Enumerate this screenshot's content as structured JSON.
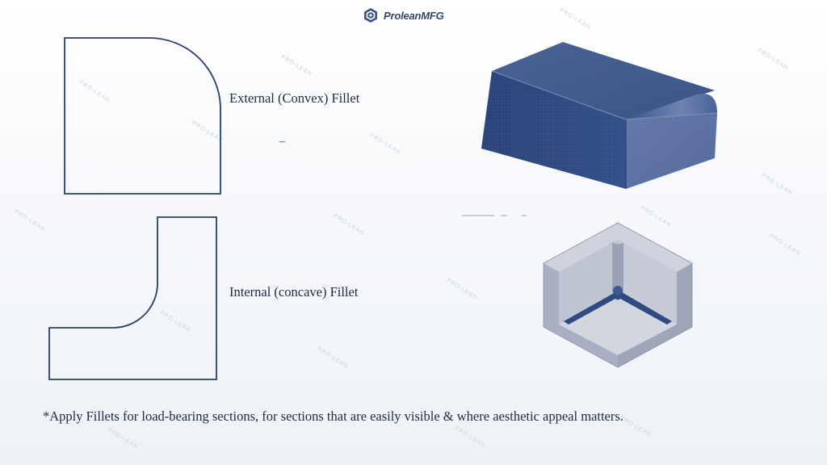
{
  "brand": {
    "logo_text": "ProleanMFG",
    "logo_icon": "prolean-hex-logo-icon",
    "accent_color": "#3a5488",
    "line_color": "#2a3d6b",
    "watermark": "PRO-LEAN"
  },
  "diagram": {
    "external_label": "External (Convex) Fillet",
    "internal_label": "Internal (concave) Fillet",
    "stray_mark": "–"
  },
  "footnote": "*Apply Fillets for load-bearing sections, for sections that are easily visible & where aesthetic appeal matters."
}
